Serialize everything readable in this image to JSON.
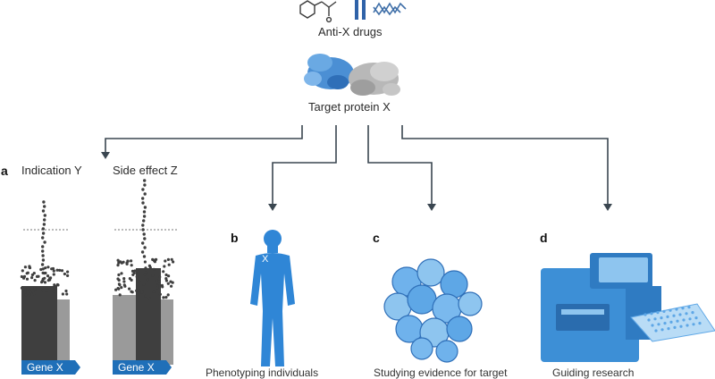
{
  "labels": {
    "drugs": "Anti-X drugs",
    "target": "Target protein X",
    "indication": "Indication Y",
    "side_effect": "Side effect Z",
    "gene": "Gene X",
    "mutation_label": "X"
  },
  "panels": {
    "a": "a",
    "b": "b",
    "c": "c",
    "d": "d"
  },
  "captions": {
    "b": "Phenotyping individuals",
    "c": "Studying evidence for target",
    "d": "Guiding research"
  },
  "colors": {
    "arrow": "#3a4650",
    "blue_main": "#3d8fd6",
    "blue_light": "#8ec5ef",
    "grey_dark": "#3f3f3f",
    "grey_light": "#9a9a9a",
    "tag": "#1f6fb8"
  }
}
